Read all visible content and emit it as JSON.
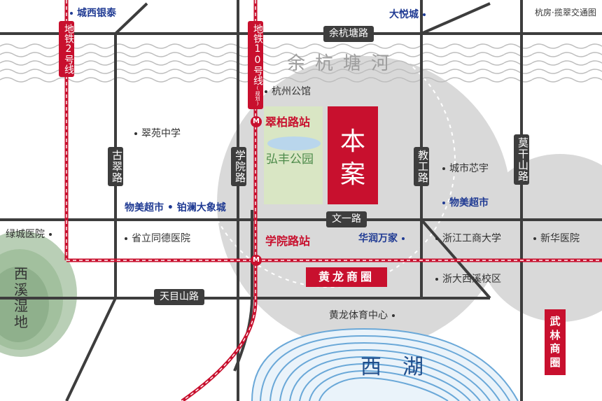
{
  "title": "杭房·揽翠交通图",
  "rivers": {
    "canal": "余杭塘河",
    "lake": "西湖"
  },
  "roads": {
    "yuhangtang": "余杭塘路",
    "wenyi": "文一路",
    "tianmushan": "天目山路",
    "gucui": "古翠路",
    "xueyuan": "学院路",
    "jiaogong": "教工路",
    "moganshan": "莫干山路"
  },
  "metro": {
    "line2": "地铁2号线",
    "line10": "地铁10号线",
    "line10_sub": "(规划)",
    "station_cuibai": "翠柏路站",
    "station_xueyuan": "学院路站",
    "icon": "metro-m-icon"
  },
  "project": {
    "label": "本案"
  },
  "park": {
    "label": "弘丰公园"
  },
  "districts": {
    "huanglong": "黄龙商圈",
    "wulin": "武林商圈"
  },
  "pois": {
    "chengxi_yintai": "城西银泰",
    "dayuecheng": "大悦城",
    "hangzhou_gongguan": "杭州公馆",
    "cuiyuan_school": "翠苑中学",
    "wumei_bailan": "物美超市 • 铂澜大象城",
    "chengshi_xinyu": "城市芯宇",
    "wumei": "物美超市",
    "lvcheng_hospital": "绿城医院",
    "tongde_hospital": "省立同德医院",
    "huarun": "华润万家",
    "zjgsu": "浙江工商大学",
    "xinhua_hospital": "新华医院",
    "zju_xixi": "浙大西溪校区",
    "huanglong_sports": "黄龙体育中心",
    "xixi_wetland": "西溪湿地"
  },
  "colors": {
    "road": "#3d3d3d",
    "metro": "#c8102e",
    "project": "#c8102e",
    "park": "#d9e6c4",
    "park_water": "#b9d6ec",
    "zone": "#d9d9d9",
    "blue_text": "#1f3a93",
    "lake": "#6aa8d8",
    "wetland": "#8fb08c"
  }
}
